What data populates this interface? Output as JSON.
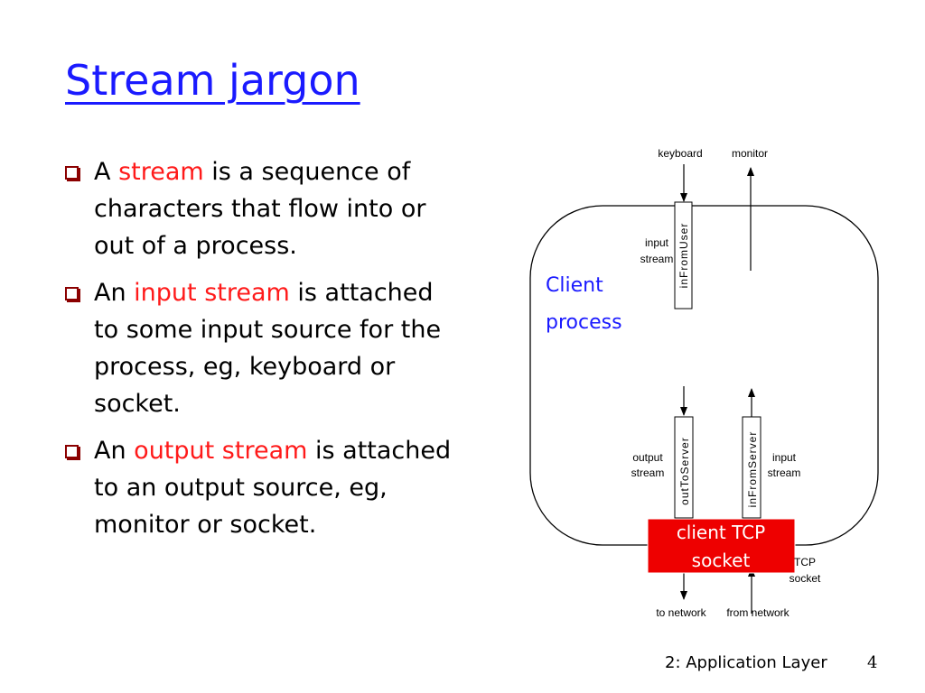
{
  "title": "Stream jargon",
  "bullets": [
    {
      "pre": "A ",
      "term": "stream",
      "post": " is a sequence of characters that flow into or out of a process."
    },
    {
      "pre": "An ",
      "term": "input stream",
      "post": " is attached to some input source for the process, eg, keyboard or socket."
    },
    {
      "pre": "An ",
      "term": "output stream",
      "post": " is attached to an output source, eg, monitor or socket."
    }
  ],
  "diagram": {
    "keyboard": "keyboard",
    "monitor": "monitor",
    "in_from_user": "inFromUser",
    "input_stream_line1": "input",
    "input_stream_line2": "stream",
    "client_line1": "Client",
    "client_line2": "process",
    "out_to_server": "outToServer",
    "in_from_server": "inFromServer",
    "output_stream_line1": "output",
    "output_stream_line2": "stream",
    "input_stream2_line1": "input",
    "input_stream2_line2": "stream",
    "client_tcp_line1": "client TCP",
    "client_tcp_line2": "socket",
    "tcp_line1": "TCP",
    "tcp_line2": "socket",
    "to_network": "to network",
    "from_network": "from network"
  },
  "footer": "2: Application Layer",
  "page_number": "4",
  "colors": {
    "title": "#1a1aff",
    "term": "#ff1a1a",
    "socket_box": "#ee0000",
    "bullet_box": "#8b0000"
  }
}
